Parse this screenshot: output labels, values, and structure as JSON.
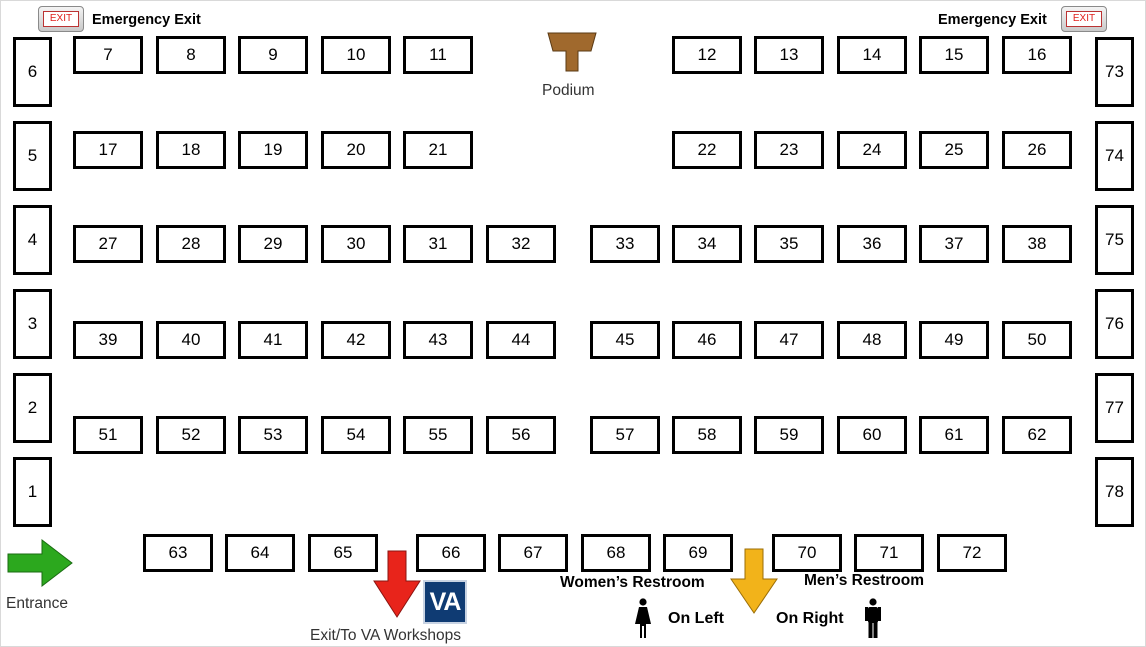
{
  "labels": {
    "emergency_exit_left": "Emergency Exit",
    "emergency_exit_right": "Emergency Exit",
    "exit_sign_text": "EXIT",
    "podium": "Podium",
    "entrance": "Entrance",
    "exit_va": "Exit/To VA Workshops",
    "va_logo_text": "VA",
    "womens_restroom": "Women’s Restroom",
    "mens_restroom": "Men’s Restroom",
    "on_left": "On Left",
    "on_right": "On Right"
  },
  "booths": {
    "left_column": [
      "6",
      "5",
      "4",
      "3",
      "2",
      "1"
    ],
    "right_column": [
      "73",
      "74",
      "75",
      "76",
      "77",
      "78"
    ],
    "row1_left": [
      "7",
      "8",
      "9",
      "10",
      "11"
    ],
    "row1_right": [
      "12",
      "13",
      "14",
      "15",
      "16"
    ],
    "row2_left": [
      "17",
      "18",
      "19",
      "20",
      "21"
    ],
    "row2_right": [
      "22",
      "23",
      "24",
      "25",
      "26"
    ],
    "row3_left": [
      "27",
      "28",
      "29",
      "30",
      "31",
      "32"
    ],
    "row3_right": [
      "33",
      "34",
      "35",
      "36",
      "37",
      "38"
    ],
    "row4_left": [
      "39",
      "40",
      "41",
      "42",
      "43",
      "44"
    ],
    "row4_right": [
      "45",
      "46",
      "47",
      "48",
      "49",
      "50"
    ],
    "row5_left": [
      "51",
      "52",
      "53",
      "54",
      "55",
      "56"
    ],
    "row5_right": [
      "57",
      "58",
      "59",
      "60",
      "61",
      "62"
    ],
    "bottom_a": [
      "63",
      "64",
      "65"
    ],
    "bottom_b": [
      "66",
      "67",
      "68",
      "69"
    ],
    "bottom_c": [
      "70",
      "71",
      "72"
    ]
  },
  "colors": {
    "entrance_arrow": "#2ca81e",
    "exit_arrow": "#e8241b",
    "restroom_arrow": "#f2b31a",
    "podium": "#a0692d",
    "va_logo": "#0f3b73"
  }
}
